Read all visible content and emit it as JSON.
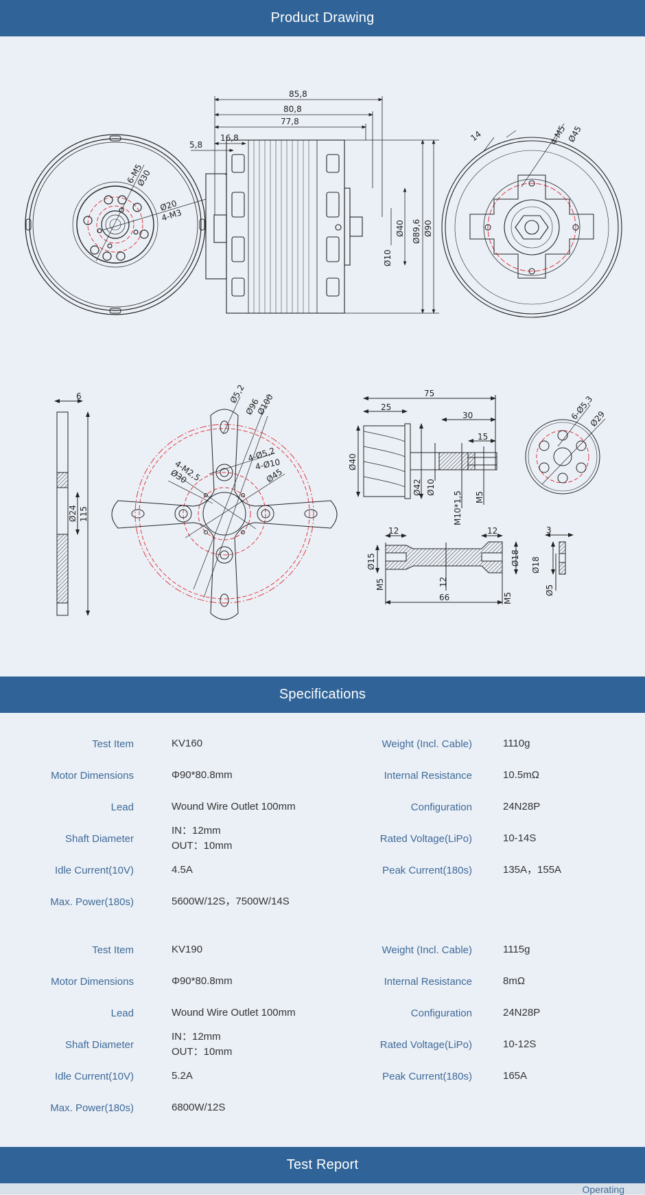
{
  "sections": {
    "drawing_title": "Product Drawing",
    "specs_title": "Specifications",
    "report_title": "Test Report"
  },
  "drawing": {
    "front_view": {
      "labels": [
        "6-M5",
        "Ø30",
        "Ø20",
        "4-M3"
      ]
    },
    "side_view": {
      "labels": [
        "85,8",
        "80,8",
        "77,8",
        "16,8",
        "5,8",
        "Ø10",
        "Ø40",
        "Ø89,6",
        "Ø90"
      ]
    },
    "rear_view": {
      "labels": [
        "14",
        "4-M5",
        "Ø45"
      ]
    },
    "mount_side": {
      "labels": [
        "6",
        "Ø24",
        "115"
      ]
    },
    "mount_plate": {
      "labels": [
        "Ø5,2",
        "Ø96",
        "Ø100",
        "4-Ø5,2",
        "4-Ø10",
        "4-M2,5",
        "Ø30",
        "Ø45"
      ]
    },
    "prop_adapter": {
      "labels": [
        "75",
        "25",
        "30",
        "15",
        "Ø40",
        "Ø42",
        "Ø10",
        "M10*1,5",
        "M5"
      ]
    },
    "adapter_face": {
      "labels": [
        "6-Ø5,3",
        "Ø29"
      ]
    },
    "shaft": {
      "labels": [
        "12",
        "12",
        "Ø15",
        "M5",
        "12",
        "66",
        "Ø18",
        "M5"
      ]
    },
    "washer": {
      "labels": [
        "3",
        "Ø18",
        "Ø5"
      ]
    }
  },
  "specs": [
    {
      "rows": [
        {
          "l1": "Test Item",
          "v1": "KV160",
          "l2": "Weight (Incl. Cable)",
          "v2": "1110g"
        },
        {
          "l1": "Motor Dimensions",
          "v1": "Φ90*80.8mm",
          "l2": "Internal Resistance",
          "v2": "10.5mΩ"
        },
        {
          "l1": "Lead",
          "v1": "Wound Wire Outlet 100mm",
          "l2": "Configuration",
          "v2": "24N28P"
        },
        {
          "l1": "Shaft Diameter",
          "v1": "IN：12mm",
          "v1b": "OUT：10mm",
          "l2": "Rated Voltage(LiPo)",
          "v2": "10-14S"
        },
        {
          "l1": "Idle Current(10V)",
          "v1": "4.5A",
          "l2": "Peak Current(180s)",
          "v2": "135A，155A"
        },
        {
          "l1": "Max. Power(180s)",
          "v1": "5600W/12S，7500W/14S",
          "l2": "",
          "v2": ""
        }
      ]
    },
    {
      "rows": [
        {
          "l1": "Test Item",
          "v1": "KV190",
          "l2": "Weight (Incl. Cable)",
          "v2": "1115g"
        },
        {
          "l1": "Motor Dimensions",
          "v1": "Φ90*80.8mm",
          "l2": "Internal Resistance",
          "v2": "8mΩ"
        },
        {
          "l1": "Lead",
          "v1": "Wound Wire Outlet 100mm",
          "l2": "Configuration",
          "v2": "24N28P"
        },
        {
          "l1": "Shaft Diameter",
          "v1": "IN：12mm",
          "v1b": "OUT：10mm",
          "l2": "Rated Voltage(LiPo)",
          "v2": "10-12S"
        },
        {
          "l1": "Idle Current(10V)",
          "v1": "5.2A",
          "l2": "Peak Current(180s)",
          "v2": "165A"
        },
        {
          "l1": "Max. Power(180s)",
          "v1": "6800W/12S",
          "l2": "",
          "v2": ""
        }
      ]
    }
  ],
  "report": {
    "column_header_partial": "Operating"
  },
  "colors": {
    "header_bg": "#306498",
    "page_bg": "#ebf0f7",
    "label": "#3f6a98",
    "value": "#333333",
    "centerline": "#e0393e"
  }
}
